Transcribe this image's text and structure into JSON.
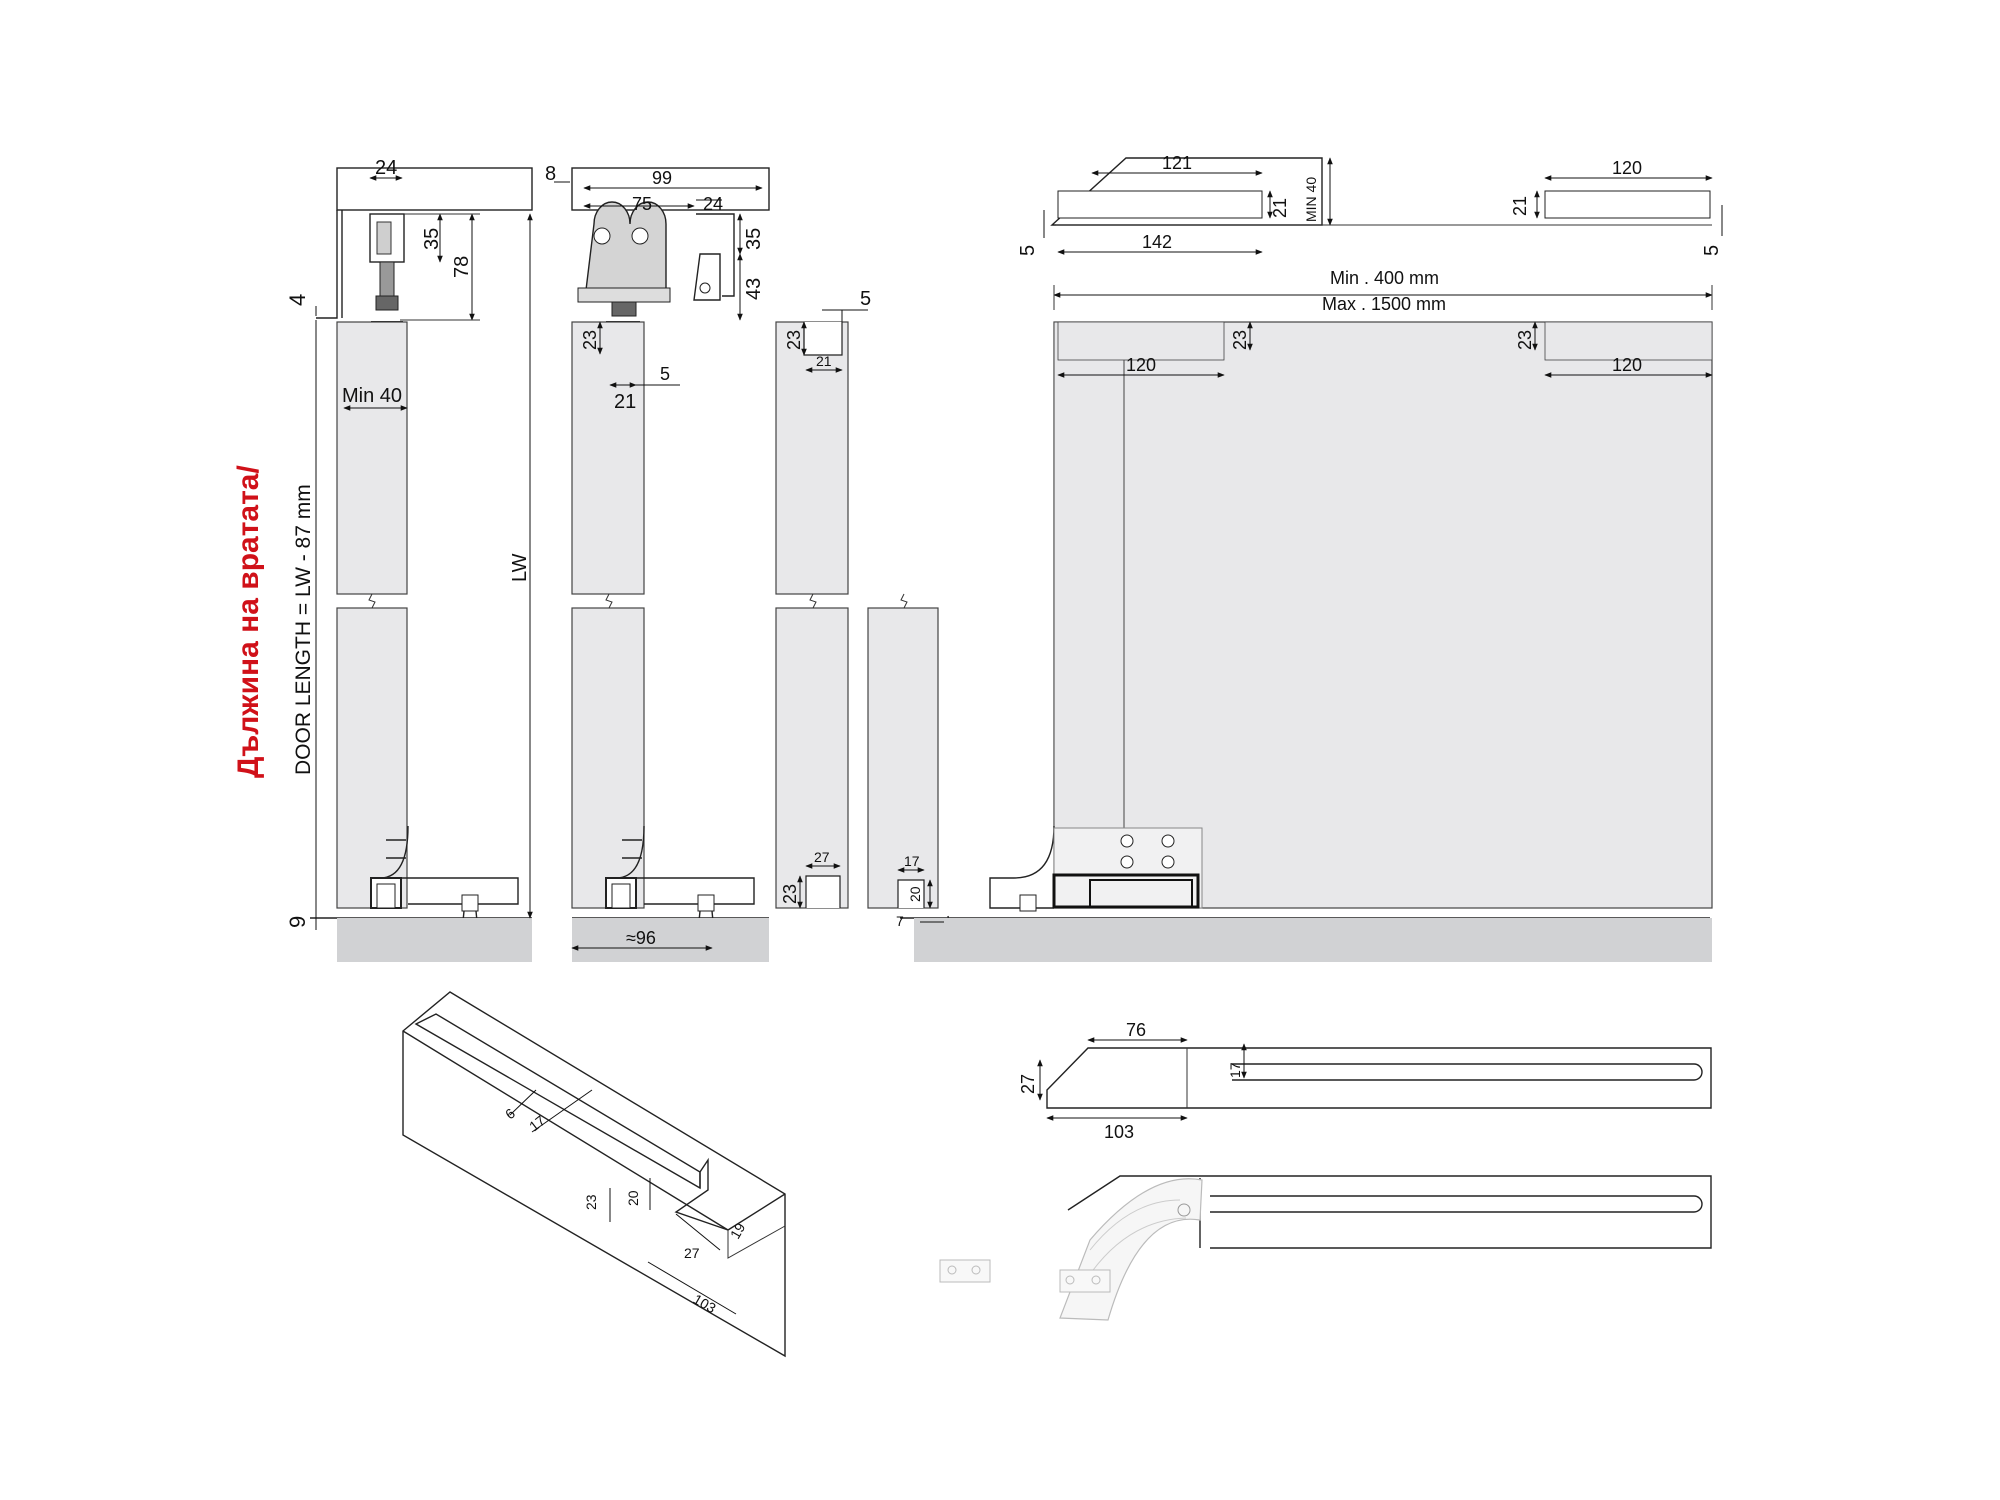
{
  "title_bg": "Дължина на вратата/",
  "door_length": "DOOR LENGTH = LW - 87 mm",
  "lw": "LW",
  "colors": {
    "accent": "#d01119",
    "panel": "#e8e8ea",
    "floor": "#d1d2d4"
  },
  "dims": {
    "d24a": "24",
    "d8": "8",
    "d99": "99",
    "d75": "75",
    "d24b": "24",
    "d35a": "35",
    "d78": "78",
    "d35b": "35",
    "d43": "43",
    "d4": "4",
    "d23a": "23",
    "d5a": "5",
    "d21a": "21",
    "min40": "Min 40",
    "d23b": "23",
    "d21b": "21",
    "d5b": "5",
    "d9": "9",
    "d96": "≈96",
    "d27a": "27",
    "d23c": "23",
    "d17a": "17",
    "d20a": "20",
    "d7": "7",
    "d121": "121",
    "d21c": "21",
    "min40v": "MIN 40",
    "d5c": "5",
    "d142": "142",
    "d120a": "120",
    "d21d": "21",
    "d5d": "5",
    "min400": "Min . 400 mm",
    "max1500": "Max . 1500 mm",
    "d23d": "23",
    "d120b": "120",
    "d23e": "23",
    "d120c": "120",
    "d6": "6",
    "d17b": "17",
    "d23f": "23",
    "d20b": "20",
    "d27b": "27",
    "d19": "19",
    "d103a": "103",
    "d76": "76",
    "d27c": "27",
    "d17c": "17",
    "d103b": "103"
  }
}
